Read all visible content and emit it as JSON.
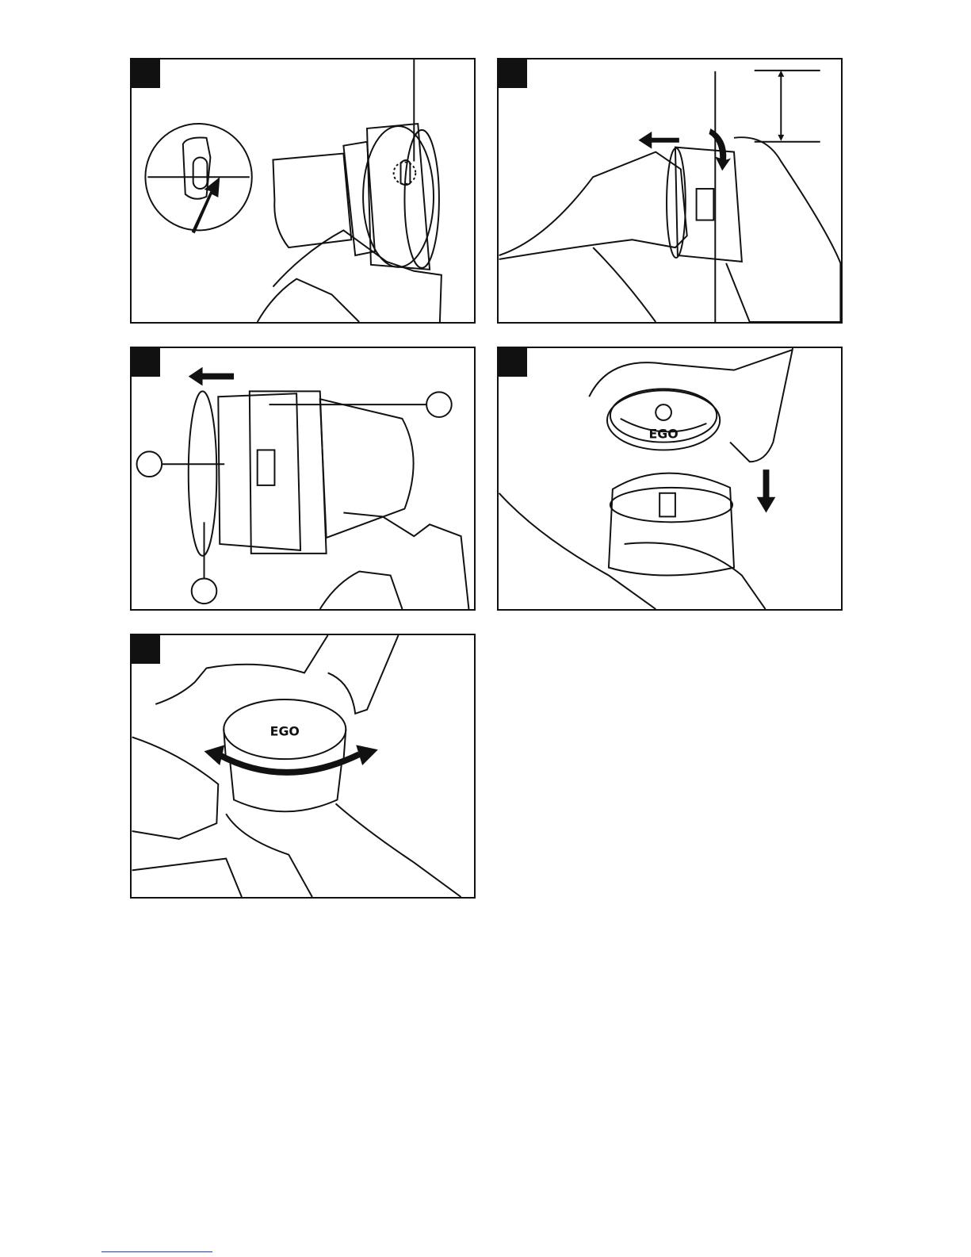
{
  "page": {
    "panels": [
      {
        "id": "fig-1",
        "subject": "line-release-tab-alignment"
      },
      {
        "id": "fig-2",
        "subject": "pull-spool-cover-off"
      },
      {
        "id": "fig-3",
        "subject": "spool-components"
      },
      {
        "id": "fig-4",
        "subject": "install-spool-cover"
      },
      {
        "id": "fig-5",
        "subject": "rotate-to-lock"
      }
    ],
    "brand_mark": "EGO",
    "colors": {
      "ink": "#111111",
      "paper": "#ffffff",
      "link": "#1a3fd0"
    }
  }
}
